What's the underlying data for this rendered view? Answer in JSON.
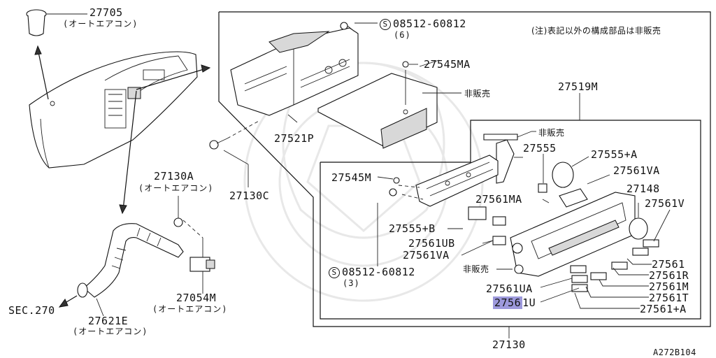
{
  "labels": {
    "p27705": "27705",
    "p27705_sub": "(オートエアコン)",
    "p08512_top": "08512-60812",
    "p08512_top_qty": "(6)",
    "note": "(注)表記以外の構成部品は非販売",
    "p27545MA": "27545MA",
    "not_sold_1": "非販売",
    "p27519M": "27519M",
    "p27521P": "27521P",
    "not_sold_2": "非販売",
    "p27555": "27555",
    "p27555A": "27555+A",
    "p27545M": "27545M",
    "p27561VA_top": "27561VA",
    "p27148": "27148",
    "p27130A": "27130A",
    "p27130A_sub": "(オートエアコン)",
    "p27130C": "27130C",
    "p27561MA": "27561MA",
    "p27561V": "27561V",
    "p27555B": "27555+B",
    "p27561UB": "27561UB",
    "p27561VA_mid": "27561VA",
    "not_sold_3": "非販売",
    "p08512_bot": "08512-60812",
    "p08512_bot_qty": "(3)",
    "p27561": "27561",
    "p27561R": "27561R",
    "p27561M": "27561M",
    "p27561UA": "27561UA",
    "p27561T": "27561T",
    "p27561U_hl": "2756",
    "p27561U_rest": "1U",
    "p27561A": "27561+A",
    "p27054M": "27054M",
    "p27054M_sub": "(オートエアコン)",
    "sec270": "SEC.270",
    "p27621E": "27621E",
    "p27621E_sub": "(オートエアコン)",
    "p27130": "27130",
    "diagram_code": "A272B104",
    "s_symbol": "S"
  },
  "colors": {
    "highlight": "#9d99dc",
    "line": "#111111",
    "watermark": "#e8e8e8"
  }
}
